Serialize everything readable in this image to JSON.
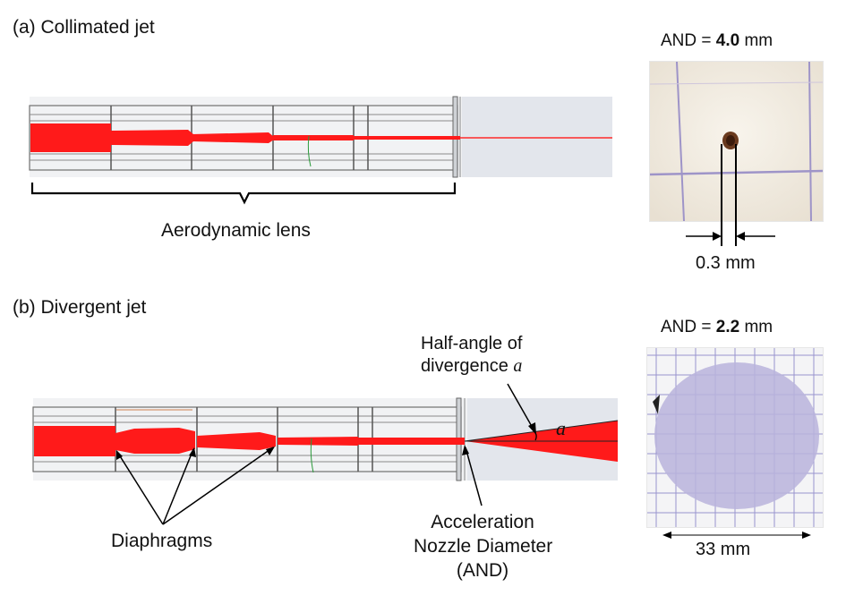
{
  "panel_a": {
    "title": "(a) Collimated jet",
    "lens_label": "Aerodynamic lens",
    "and_prefix": "AND = ",
    "and_value": "4.0",
    "and_unit": " mm",
    "spot_size": "0.3 mm"
  },
  "panel_b": {
    "title": "(b) Divergent jet",
    "half_angle_line1": "Half-angle of",
    "half_angle_line2": "divergence ",
    "angle_symbol": "a",
    "diaphragms_label": "Diaphragms",
    "nozzle_line1": "Acceleration",
    "nozzle_line2": "Nozzle Diameter",
    "nozzle_line3": "(AND)",
    "and_prefix": "AND = ",
    "and_value": "2.2",
    "and_unit": " mm",
    "spot_size": "33 mm"
  },
  "colors": {
    "jet": "#ff1a1a",
    "lens_body": "#e9eaec",
    "lens_lines": "#6f6f6f",
    "grid": "#8a84c8",
    "deposit": "#b9b3dc"
  }
}
